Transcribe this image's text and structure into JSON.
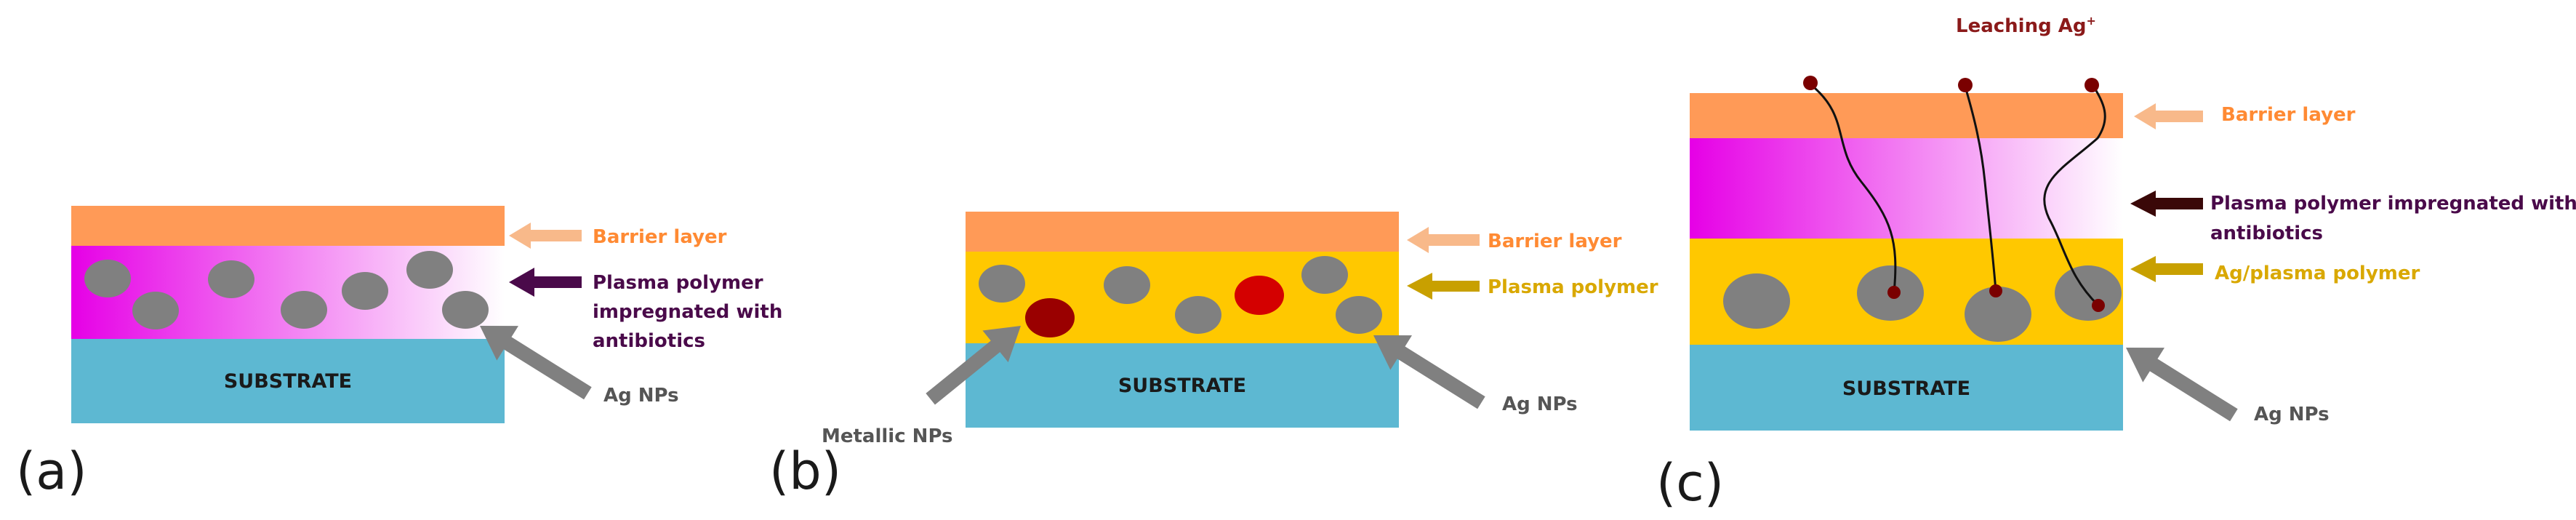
{
  "colors": {
    "barrier": "#FF9A57",
    "barrier_arrow": "#F8B98A",
    "substrate": "#5DB8D2",
    "gold": "#FFC800",
    "gold_arrow": "#C8A000",
    "magenta": "#E600E6",
    "purple": "#4A0A4A",
    "dark_red": "#7A0000",
    "gray": "#808080",
    "red_np": "#D40000"
  },
  "panels": {
    "a": {
      "label": "(a)",
      "substrate": "SUBSTRATE",
      "barrier": "Barrier layer",
      "polymer_line1": "Plasma polymer",
      "polymer_line2": "impregnated with",
      "polymer_line3": "antibiotics",
      "np": "Ag NPs"
    },
    "b": {
      "label": "(b)",
      "substrate": "SUBSTRATE",
      "barrier": "Barrier layer",
      "polymer": "Plasma polymer",
      "np": "Ag NPs",
      "metallic": "Metallic NPs"
    },
    "c": {
      "label": "(c)",
      "substrate": "SUBSTRATE",
      "barrier": "Barrier layer",
      "polymer_line1": "Plasma polymer impregnated with",
      "polymer_line2": "antibiotics",
      "ag_polymer": "Ag/plasma polymer",
      "np": "Ag NPs",
      "leaching": "Leaching Ag",
      "leaching_sup": "+"
    }
  }
}
